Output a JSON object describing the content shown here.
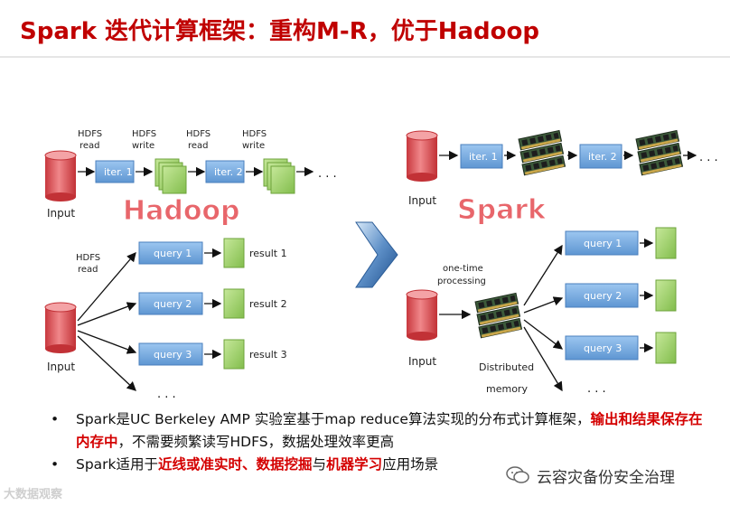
{
  "title": "Spark 迭代计算框架：重构M-R，优于Hadoop",
  "hadoop": {
    "brand": "Hadoop",
    "input": "Input",
    "ops": [
      "HDFS",
      "read",
      "HDFS",
      "write",
      "HDFS",
      "read",
      "HDFS",
      "write"
    ],
    "iters": [
      "iter. 1",
      "iter. 2"
    ],
    "ellipsis": ". . .",
    "hdfs_read": [
      "HDFS",
      "read"
    ],
    "queries": [
      "query 1",
      "query 2",
      "query 3"
    ],
    "results": [
      "result 1",
      "result 2",
      "result 3"
    ],
    "more": ". . ."
  },
  "spark": {
    "brand": "Spark",
    "input": "Input",
    "iters": [
      "iter. 1",
      "iter. 2"
    ],
    "ellipsis": ". . .",
    "one_time": [
      "one-time",
      "processing"
    ],
    "queries": [
      "query 1",
      "query 2",
      "query 3"
    ],
    "memory": [
      "Distributed",
      "memory"
    ],
    "more": ". . ."
  },
  "bullets": [
    {
      "parts": [
        {
          "text": "Spark是UC Berkeley AMP 实验室基于map reduce算法实现的分布式计算框架，",
          "highlight": false
        },
        {
          "text": "输出和结果保存在内存中",
          "highlight": true
        },
        {
          "text": "，不需要频繁读写HDFS，数据处理效率更高",
          "highlight": false
        }
      ]
    },
    {
      "parts": [
        {
          "text": "Spark适用于",
          "highlight": false
        },
        {
          "text": "近线或准实时、数据挖掘",
          "highlight": true
        },
        {
          "text": "与",
          "highlight": false
        },
        {
          "text": "机器学习",
          "highlight": true
        },
        {
          "text": "应用场景",
          "highlight": false
        }
      ]
    }
  ],
  "bullet_mark": "•",
  "watermarks": {
    "left": "大数据观察",
    "right": "云容灾备份安全治理"
  },
  "colors": {
    "title": "#c00000",
    "highlight": "#d40000",
    "cylinder": "#e0565b",
    "iter_box": "#7fb2e5",
    "doc_green": "#9fd06a",
    "brand_fill": "#e8666b"
  }
}
